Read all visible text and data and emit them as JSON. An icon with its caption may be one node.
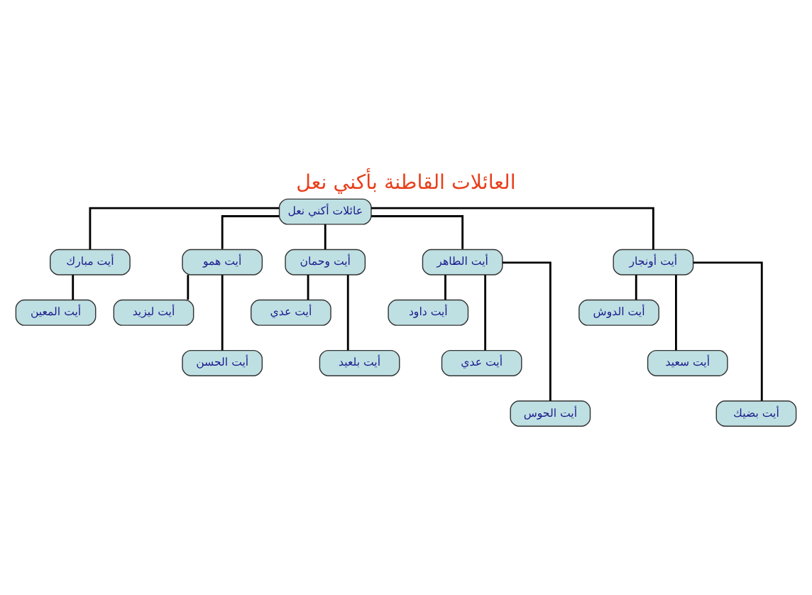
{
  "diagram": {
    "title": "العائلات القاطنة بأكني نعل",
    "nodes": [
      {
        "text": [
          "عائلات أكني نعل"
        ]
      },
      {
        "text": [
          "أيت مبارك"
        ]
      },
      {
        "text": [
          "أيت همو"
        ]
      },
      {
        "text": [
          "أيت وحمان"
        ]
      },
      {
        "text": [
          "أيت الطاهر"
        ]
      },
      {
        "text": [
          "أيت أونجار"
        ]
      },
      {
        "text": [
          "أيت المعين"
        ]
      },
      {
        "text": [
          "أيت ليزيد"
        ]
      },
      {
        "text": [
          "أيت الحسن"
        ]
      },
      {
        "text": [
          "أيت عدي"
        ]
      },
      {
        "text": [
          "أيت بلعيد"
        ]
      },
      {
        "text": [
          "أيت داود"
        ]
      },
      {
        "text": [
          "أيت عدي"
        ]
      },
      {
        "text": [
          "أيت الحوس"
        ]
      },
      {
        "text": [
          "أيت الدوش"
        ]
      },
      {
        "text": [
          "أيت سعيد"
        ]
      },
      {
        "text": [
          "أيت بضيك"
        ]
      }
    ],
    "edges": [
      {
        "from": 0,
        "to": 1,
        "arrow": "none"
      },
      {
        "from": 0,
        "to": 2,
        "arrow": "none"
      },
      {
        "from": 0,
        "to": 3,
        "arrow": "none"
      },
      {
        "from": 0,
        "to": 4,
        "arrow": "none"
      },
      {
        "from": 0,
        "to": 5,
        "arrow": "none"
      },
      {
        "from": 1,
        "to": 6,
        "arrow": "none"
      },
      {
        "from": 2,
        "to": 7,
        "arrow": "none"
      },
      {
        "from": 2,
        "to": 8,
        "arrow": "none"
      },
      {
        "from": 3,
        "to": 9,
        "arrow": "none"
      },
      {
        "from": 3,
        "to": 10,
        "arrow": "none"
      },
      {
        "from": 4,
        "to": 11,
        "arrow": "none"
      },
      {
        "from": 4,
        "to": 12,
        "arrow": "none"
      },
      {
        "from": 4,
        "to": 13,
        "arrow": "none"
      },
      {
        "from": 5,
        "to": 14,
        "arrow": "none"
      },
      {
        "from": 5,
        "to": 15,
        "arrow": "none"
      },
      {
        "from": 5,
        "to": 16,
        "arrow": "none"
      }
    ]
  }
}
